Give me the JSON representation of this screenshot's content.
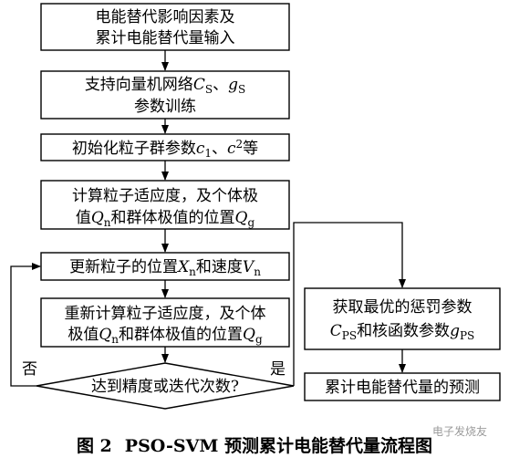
{
  "flowchart": {
    "step1": {
      "line1": "电能替代影响因素及",
      "line2": "累计电能替代量输入"
    },
    "step2": {
      "line1_prefix": "支持向量机网络",
      "c_var": "C",
      "c_sub": "S",
      "sep": "、",
      "g_var": "g",
      "g_sub": "S",
      "line2": "参数训练"
    },
    "step3": {
      "prefix": "初始化粒子群参数",
      "c1_var": "c",
      "c1_sub": "1",
      "sep": "、",
      "c2_var": "c",
      "c2_sub": "2",
      "suffix": "等"
    },
    "step4": {
      "line1": "计算粒子适应度，及个体极",
      "line2_prefix": "值",
      "q_var": "Q",
      "q_sub": "n",
      "line2_mid": "和群体极值的位置",
      "q2_var": "Q",
      "q2_sub": "g"
    },
    "step5": {
      "prefix": "更新粒子的位置",
      "x_var": "X",
      "x_sub": "n",
      "mid": "和速度",
      "v_var": "V",
      "v_sub": "n"
    },
    "step6": {
      "line1": "重新计算粒子适应度，及个体",
      "line2_prefix": "极值",
      "q_var": "Q",
      "q_sub": "n",
      "line2_mid": "和群体极值的位置",
      "q2_var": "Q",
      "q2_sub": "g"
    },
    "decision": {
      "text": "达到精度或迭代次数?",
      "yes": "是",
      "no": "否"
    },
    "step7": {
      "line1": "获取最优的惩罚参数",
      "c_var": "C",
      "c_sub": "PS",
      "line2_mid": "和核函数参数",
      "g_var": "g",
      "g_sub": "PS"
    },
    "step8": {
      "text": "累计电能替代量的预测"
    }
  },
  "caption": {
    "label": "图 2",
    "title": "PSO-SVM 预测累计电能替代量流程图"
  },
  "watermark": "电子发烧友"
}
